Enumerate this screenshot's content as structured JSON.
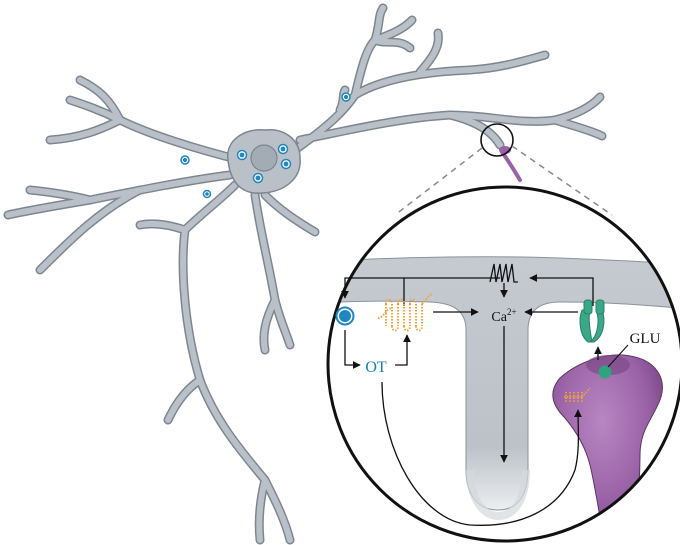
{
  "labels": {
    "ot": "OT",
    "ca_base": "Ca",
    "ca_sup": "2+",
    "glu": "GLU"
  },
  "colors": {
    "neuron_fill": "#b9c0c8",
    "neuron_stroke": "#7d8690",
    "nucleus_fill": "#a3abb4",
    "vesicle_blue": "#1f86bf",
    "ot_text": "#1a7fb8",
    "receptor_orange": "#f2a23a",
    "glu_receptor_green": "#3aa886",
    "glu_dot_green": "#2fa37c",
    "axon_purple": "#8e5a9b",
    "outline": "#111111",
    "zoom_dash": "#888888"
  },
  "icons": {
    "action_potential": "spike-train-icon",
    "oxytocin_receptor": "gpcr-icon",
    "glutamate_receptor": "ion-channel-icon"
  }
}
